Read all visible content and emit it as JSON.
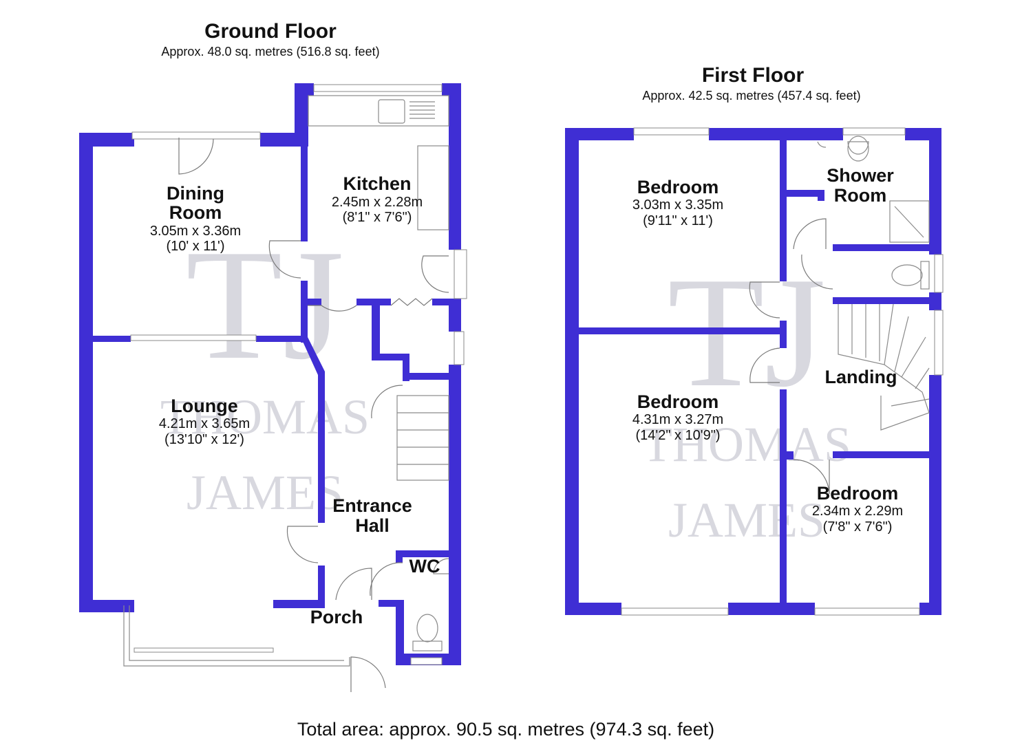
{
  "ground_floor": {
    "title": "Ground Floor",
    "area": "Approx. 48.0 sq. metres (516.8 sq. feet)",
    "rooms": [
      {
        "name_lines": [
          "Dining",
          "Room"
        ],
        "metric": "3.05m x 3.36m",
        "imperial": "(10' x 11')"
      },
      {
        "name_lines": [
          "Kitchen"
        ],
        "metric": "2.45m x 2.28m",
        "imperial": "(8'1\" x 7'6\")"
      },
      {
        "name_lines": [
          "Lounge"
        ],
        "metric": "4.21m x 3.65m",
        "imperial": "(13'10\" x 12')"
      },
      {
        "name_lines": [
          "Entrance",
          "Hall"
        ]
      },
      {
        "name_lines": [
          "WC"
        ]
      },
      {
        "name_lines": [
          "Porch"
        ]
      }
    ]
  },
  "first_floor": {
    "title": "First Floor",
    "area": "Approx. 42.5 sq. metres (457.4 sq. feet)",
    "rooms": [
      {
        "name_lines": [
          "Bedroom"
        ],
        "metric": "3.03m x 3.35m",
        "imperial": "(9'11\" x 11')"
      },
      {
        "name_lines": [
          "Shower",
          "Room"
        ]
      },
      {
        "name_lines": [
          "Landing"
        ]
      },
      {
        "name_lines": [
          "Bedroom"
        ],
        "metric": "4.31m x 3.27m",
        "imperial": "(14'2\" x 10'9\")"
      },
      {
        "name_lines": [
          "Bedroom"
        ],
        "metric": "2.34m x 2.29m",
        "imperial": "(7'8\" x 7'6\")"
      }
    ]
  },
  "total_area": "Total area: approx. 90.5 sq. metres (974.3 sq. feet)",
  "watermark": {
    "monogram": "TJ",
    "line1": "THOMAS",
    "line2": "JAMES"
  },
  "colors": {
    "wall": "#3f2ed4",
    "fixture": "#8a8a8a",
    "watermark": "#d8d8df"
  }
}
